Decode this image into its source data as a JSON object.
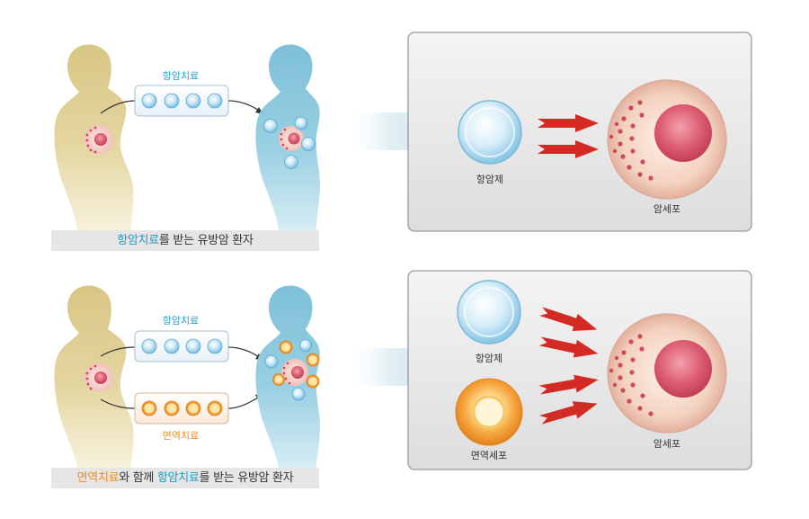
{
  "colors": {
    "blue_label": "#2a9fc9",
    "orange_label": "#ef8a1e",
    "arrow_red": "#d42a24",
    "body_tan": "#e3d39a",
    "body_blue": "#8fcbe0"
  },
  "top": {
    "chemo_label": "항암치료",
    "caption_prefix": "항암치료",
    "caption_suffix": "를 받는 유방암 환자",
    "drug_label": "항암제",
    "cancer_label": "암세포"
  },
  "bottom": {
    "chemo_label": "항암치료",
    "immune_label": "면역치료",
    "caption_part1": "면역치료",
    "caption_part2": "와 함께 ",
    "caption_part3": "항암치료",
    "caption_part4": "를 받는 유방암 환자",
    "drug_label": "항암제",
    "immune_cell_label": "면역세포",
    "cancer_label": "암세포"
  }
}
